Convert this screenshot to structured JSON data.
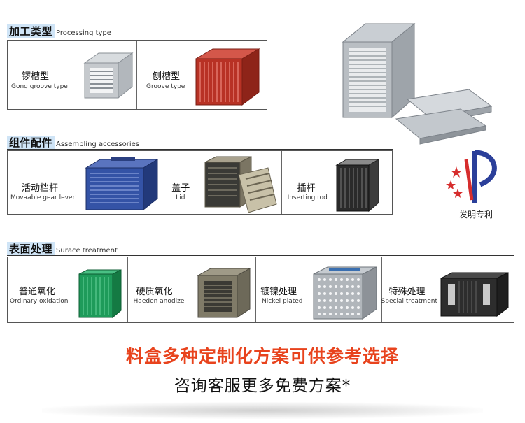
{
  "sections": [
    {
      "title_cn": "加工类型",
      "title_en": "Processing type",
      "items": [
        {
          "cn": "锣槽型",
          "en": "Gong groove type"
        },
        {
          "cn": "刨槽型",
          "en": "Groove type"
        }
      ]
    },
    {
      "title_cn": "组件配件",
      "title_en": "Assembling accessories",
      "items": [
        {
          "cn": "活动档杆",
          "en": "Movaable gear lever"
        },
        {
          "cn": "盖子",
          "en": "Lid"
        },
        {
          "cn": "插杆",
          "en": "Inserting rod"
        }
      ]
    },
    {
      "title_cn": "表面处理",
      "title_en": "Surace treatment",
      "items": [
        {
          "cn": "普通氧化",
          "en": "Ordinary oxidation"
        },
        {
          "cn": "硬质氧化",
          "en": "Haeden anodize"
        },
        {
          "cn": "镀镍处理",
          "en": "Nickel plated"
        },
        {
          "cn": "特殊处理",
          "en": "Special treatment"
        }
      ]
    }
  ],
  "patent_label": "发明专利",
  "slogan_main": "料盒多种定制化方案可供参考选择",
  "slogan_sub": "咨询客服更多免费方案*",
  "colors": {
    "section_title_bg": "#cfe4f6",
    "slogan_main": "#e8431d",
    "silver": "#b9bec3",
    "red": "#c0392b",
    "blue": "#2f4e9a",
    "green": "#1e9b5a",
    "dark": "#2b2b2b"
  }
}
